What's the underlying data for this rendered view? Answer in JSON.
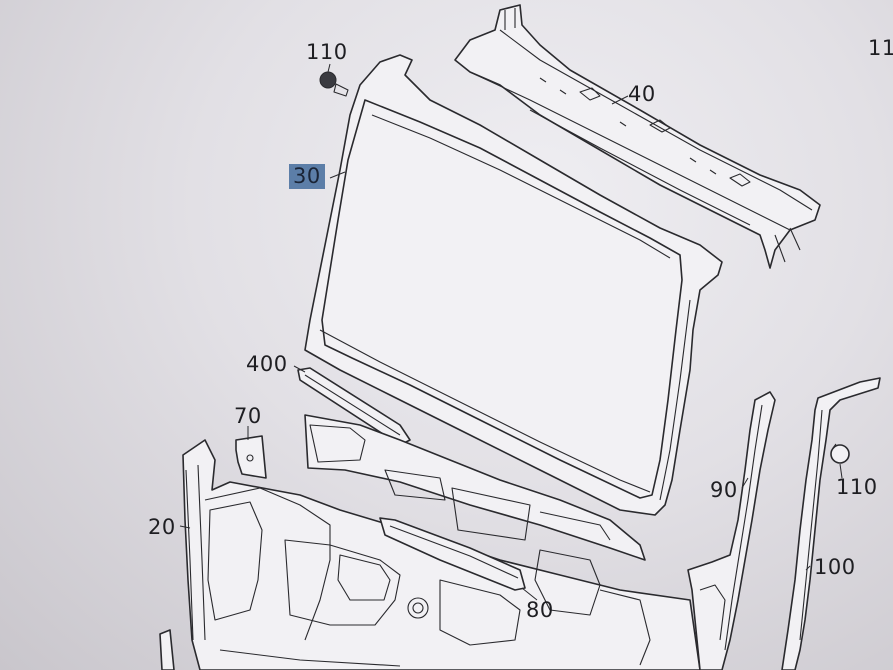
{
  "diagram": {
    "callouts": [
      {
        "id": "110-top",
        "text": "110"
      },
      {
        "id": "110-right-edge",
        "text": "11"
      },
      {
        "id": "30",
        "text": "30",
        "highlighted": true
      },
      {
        "id": "40",
        "text": "40"
      },
      {
        "id": "400",
        "text": "400"
      },
      {
        "id": "70",
        "text": "70"
      },
      {
        "id": "20",
        "text": "20"
      },
      {
        "id": "90",
        "text": "90"
      },
      {
        "id": "110-right",
        "text": "110"
      },
      {
        "id": "100",
        "text": "100"
      },
      {
        "id": "80",
        "text": "80"
      }
    ],
    "highlight_color": "#5c7ea8"
  }
}
